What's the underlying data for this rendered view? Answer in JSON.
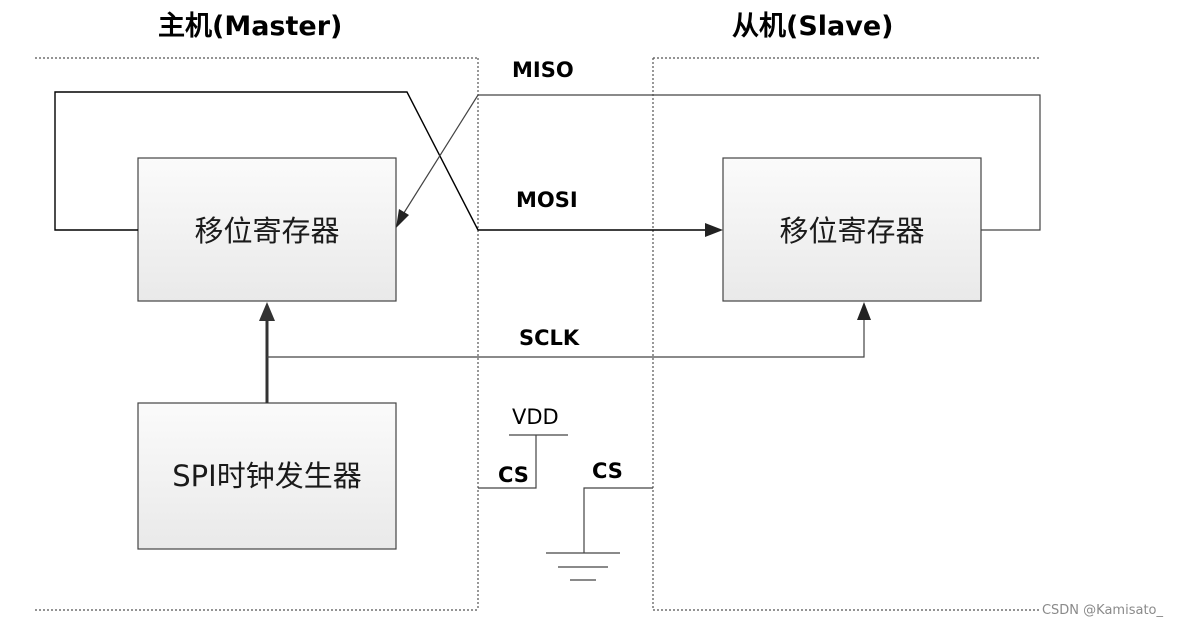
{
  "master": {
    "title": "主机(Master)",
    "shift_register_label": "移位寄存器",
    "clock_generator_label": "SPI时钟发生器"
  },
  "slave": {
    "title": "从机(Slave)",
    "shift_register_label": "移位寄存器"
  },
  "signals": {
    "miso": "MISO",
    "mosi": "MOSI",
    "sclk": "SCLK",
    "cs_master": "CS",
    "cs_slave": "CS",
    "vdd": "VDD"
  },
  "watermark": "CSDN @Kamisato_"
}
